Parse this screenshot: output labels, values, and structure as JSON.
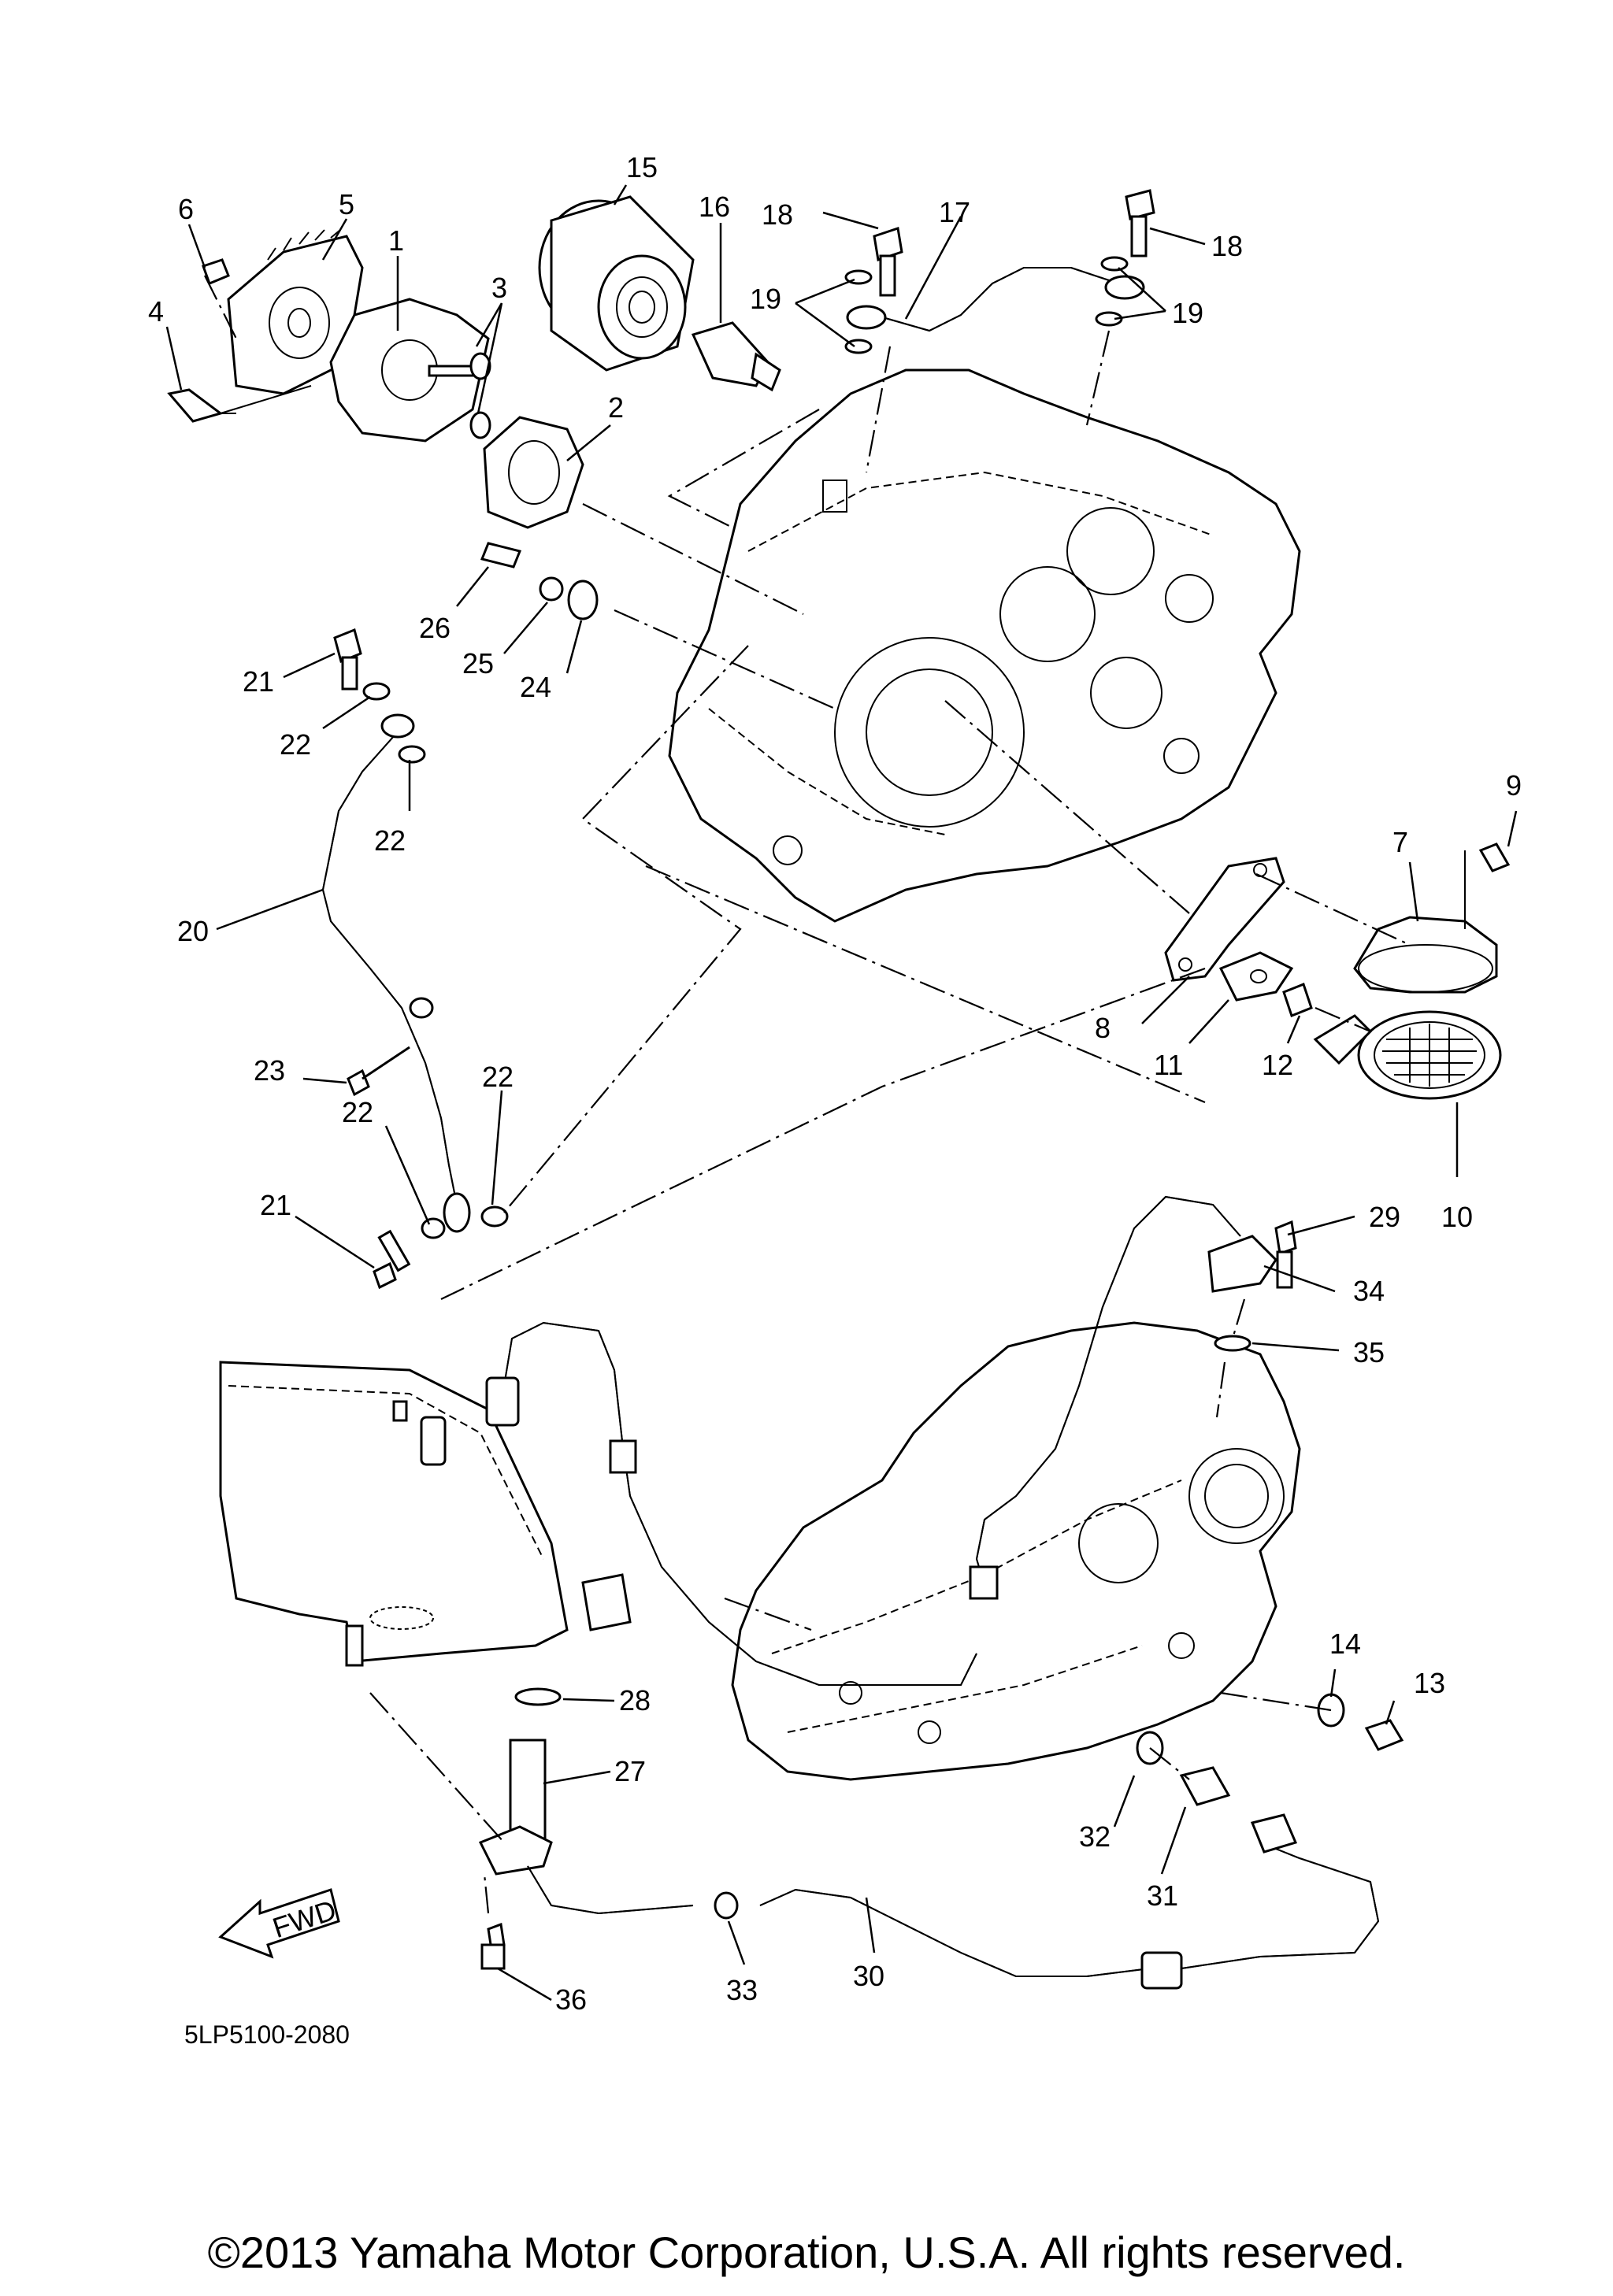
{
  "diagram": {
    "reference_code": "5LP5100-2080",
    "copyright": "©2013 Yamaha Motor Corporation, U.S.A. All rights reserved.",
    "fwd_label": "FWD",
    "callouts": [
      "1",
      "2",
      "3",
      "4",
      "5",
      "6",
      "7",
      "8",
      "9",
      "10",
      "11",
      "12",
      "13",
      "14",
      "15",
      "16",
      "17",
      "18",
      "18",
      "19",
      "19",
      "20",
      "21",
      "21",
      "22",
      "22",
      "22",
      "22",
      "23",
      "24",
      "25",
      "26",
      "27",
      "28",
      "29",
      "30",
      "31",
      "32",
      "33",
      "34",
      "35",
      "36"
    ]
  }
}
